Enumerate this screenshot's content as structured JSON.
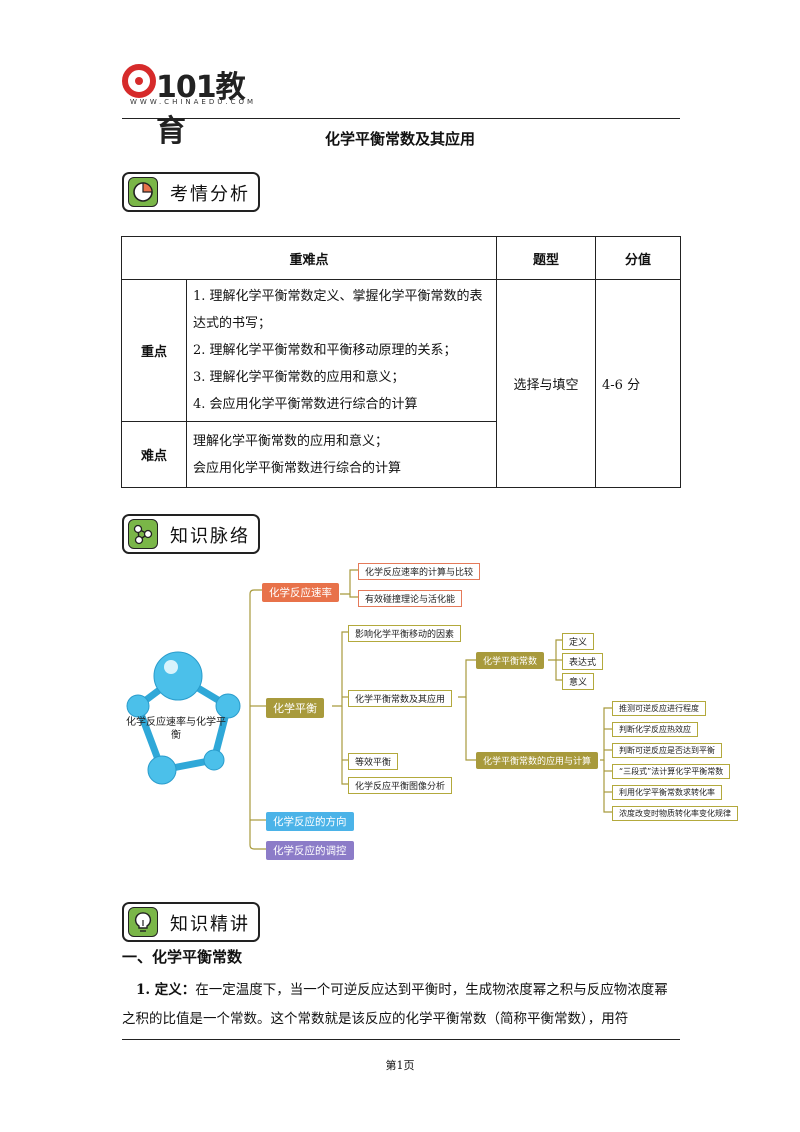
{
  "header": {
    "logo_text": "101教育",
    "logo_sub": "WWW.CHINAEDU.COM"
  },
  "title": "化学平衡常数及其应用",
  "sections": {
    "analysis": "考情分析",
    "knowledge_map": "知识脉络",
    "knowledge_detail": "知识精讲"
  },
  "table": {
    "headers": [
      "重难点",
      "题型",
      "分值"
    ],
    "key_label": "重点",
    "key_items": [
      "1. 理解化学平衡常数定义、掌握化学平衡常数的表达式的书写；",
      "2. 理解化学平衡常数和平衡移动原理的关系；",
      "3. 理解化学平衡常数的应用和意义；",
      "4. 会应用化学平衡常数进行综合的计算"
    ],
    "question_type": "选择与填空",
    "score": "4-6 分",
    "diff_label": "难点",
    "diff_items": [
      "理解化学平衡常数的应用和意义；",
      "会应用化学平衡常数进行综合的计算"
    ]
  },
  "mindmap": {
    "center": "化学反应速率与化学平衡",
    "rate": {
      "label": "化学反应速率",
      "children": [
        "化学反应速率的计算与比较",
        "有效碰撞理论与活化能"
      ]
    },
    "equilibrium": {
      "label": "化学平衡",
      "children": [
        "影响化学平衡移动的因素",
        "化学平衡常数及其应用",
        "等效平衡",
        "化学反应平衡图像分析"
      ],
      "constant": {
        "label": "化学平衡常数",
        "children": [
          "定义",
          "表达式",
          "意义"
        ]
      },
      "application": {
        "label": "化学平衡常数的应用与计算",
        "children": [
          "推测可逆反应进行程度",
          "判断化学反应热效应",
          "判断可逆反应是否达到平衡",
          "“三段式”法计算化学平衡常数",
          "利用化学平衡常数求转化率",
          "浓度改变时物质转化率变化规律"
        ]
      }
    },
    "direction": "化学反应的方向",
    "control": "化学反应的调控"
  },
  "body": {
    "heading": "一、化学平衡常数",
    "para_lead": "1. 定义：",
    "para_text": "在一定温度下，当一个可逆反应达到平衡时，生成物浓度幂之积与反应物浓度幂之积的比值是一个常数。这个常数就是该反应的化学平衡常数（简称平衡常数），用符"
  },
  "footer": "第1页",
  "colors": {
    "orange": "#e8724a",
    "olive": "#a89a3c",
    "blue": "#4bb3e8",
    "purple": "#8c7cc8",
    "green": "#7ab648"
  }
}
